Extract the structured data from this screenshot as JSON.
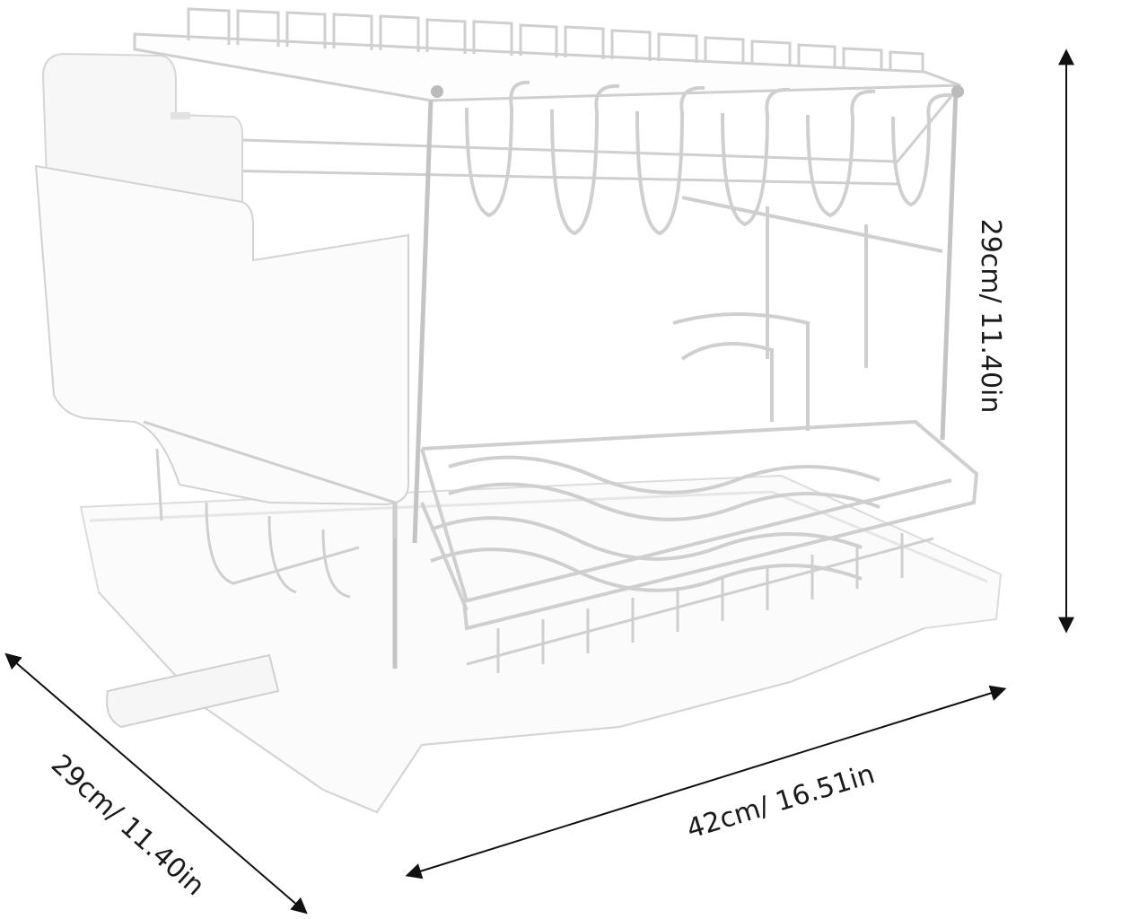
{
  "dimensions": {
    "height_label": "29cm/ 11.40in",
    "depth_label": "29cm/ 11.40in",
    "width_label": "42cm/ 16.51in"
  },
  "colors": {
    "background": "#ffffff",
    "product": "#ffffff",
    "outline": "#c8c8c8",
    "shadow": "#e6e6e6",
    "arrow": "#111111"
  },
  "product": {
    "kind": "two-tier dish drying rack with utensil holder and drain board"
  }
}
